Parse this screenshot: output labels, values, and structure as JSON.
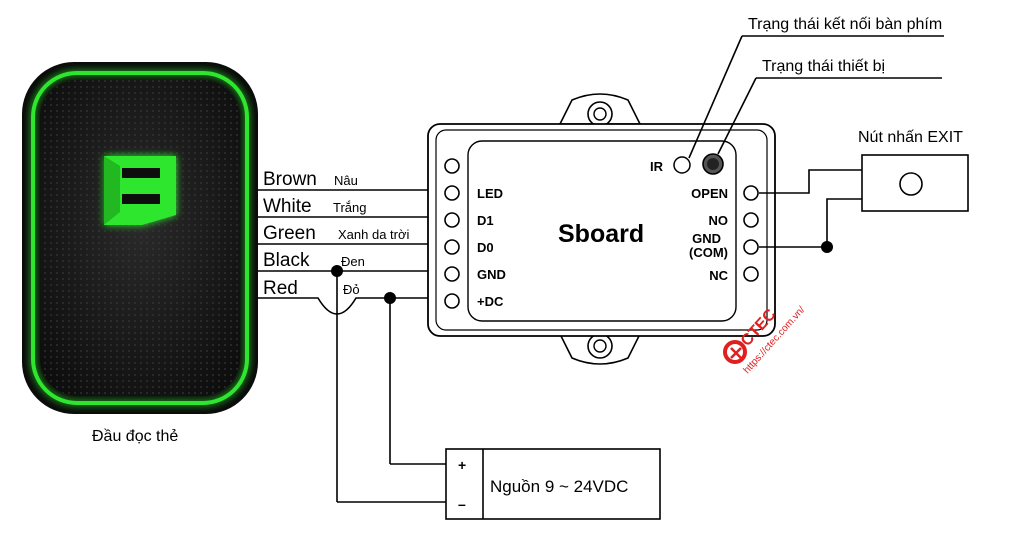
{
  "reader": {
    "label": "Đầu đọc thẻ",
    "logo_icon": "reader-logo-icon",
    "glow_color": "#2ee62e",
    "body_color": "#111111"
  },
  "wires": [
    {
      "name_en": "Brown",
      "name_vi": "Nâu",
      "terminal": "LED"
    },
    {
      "name_en": "White",
      "name_vi": "Trắng",
      "terminal": "D1"
    },
    {
      "name_en": "Green",
      "name_vi": "Xanh da trời",
      "terminal": "D0"
    },
    {
      "name_en": "Black",
      "name_vi": "Đen",
      "terminal": "GND"
    },
    {
      "name_en": "Red",
      "name_vi": "Đỏ",
      "terminal": "+DC"
    }
  ],
  "board": {
    "name": "Sboard",
    "left_terminals": [
      "LED",
      "D1",
      "D0",
      "GND",
      "+DC"
    ],
    "right_terminals": [
      "OPEN",
      "NO",
      "GND\n(COM)",
      "NC"
    ],
    "right_terminals_display": [
      [
        "OPEN"
      ],
      [
        "NO"
      ],
      [
        "GND",
        "(COM)"
      ],
      [
        "NC"
      ]
    ],
    "ir_label": "IR"
  },
  "callouts": {
    "keyboard_status": "Trạng thái kết nối bàn phím",
    "device_status": "Trạng thái thiết bị"
  },
  "exit_button": {
    "label": "Nút nhấn EXIT"
  },
  "power": {
    "label": "Nguồn 9 ~ 24VDC",
    "plus": "+",
    "minus": "–"
  },
  "watermark": {
    "brand": "CTEC",
    "url": "https://ctec.com.vn/",
    "color": "#e02020"
  }
}
